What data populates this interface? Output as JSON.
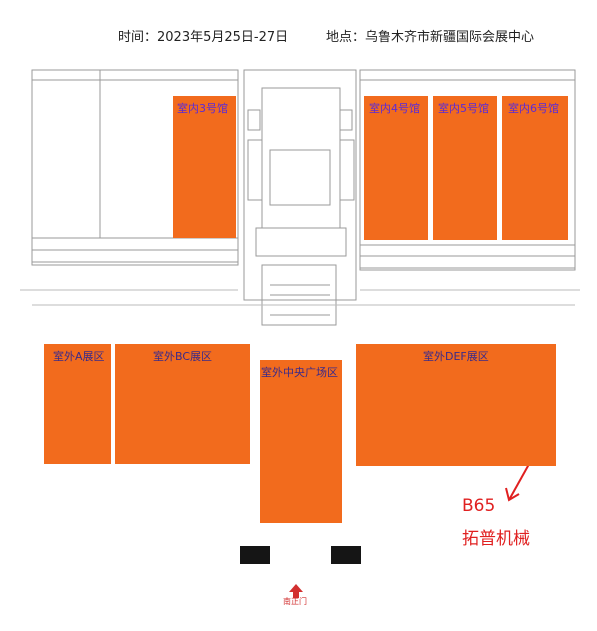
{
  "header": {
    "time": "时间：2023年5月25日-27日",
    "location": "地点：乌鲁木齐市新疆国际会展中心"
  },
  "halls": {
    "indoor_3": "室内3号馆",
    "indoor_4": "室内4号馆",
    "indoor_5": "室内5号馆",
    "indoor_6": "室内6号馆",
    "outdoor_a": "室外A展区",
    "outdoor_bc": "室外BC展区",
    "outdoor_center": "室外中央广场区",
    "outdoor_def": "室外DEF展区"
  },
  "booth": {
    "code": "B65",
    "company": "拓普机械"
  },
  "entrance": {
    "label": "南正门"
  },
  "colors": {
    "hall_fill": "#f26b1d",
    "indoor_label": "#5b2bd8",
    "note": "#e02020"
  }
}
